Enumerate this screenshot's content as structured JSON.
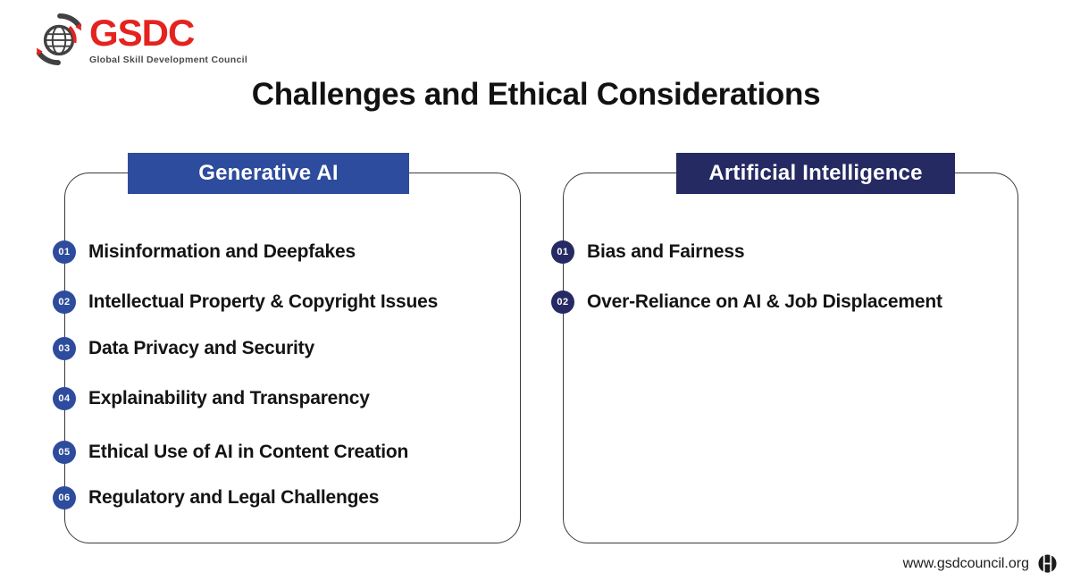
{
  "logo": {
    "brand": "GSDC",
    "tagline": "Global Skill Development Council",
    "brand_color": "#E4231F",
    "icon": "globe-swoosh-icon"
  },
  "page_title": "Challenges and Ethical Considerations",
  "columns": [
    {
      "header": "Generative AI",
      "header_color": "#2E4C9D",
      "items": [
        {
          "num": "01",
          "label": "Misinformation and Deepfakes"
        },
        {
          "num": "02",
          "label": "Intellectual Property & Copyright Issues"
        },
        {
          "num": "03",
          "label": "Data Privacy and Security"
        },
        {
          "num": "04",
          "label": "Explainability and Transparency"
        },
        {
          "num": "05",
          "label": "Ethical Use of AI in Content Creation"
        },
        {
          "num": "06",
          "label": "Regulatory and Legal Challenges"
        }
      ]
    },
    {
      "header": "Artificial Intelligence",
      "header_color": "#262A63",
      "items": [
        {
          "num": "01",
          "label": "Bias and Fairness"
        },
        {
          "num": "02",
          "label": "Over-Reliance on AI & Job Displacement"
        }
      ]
    }
  ],
  "footer": {
    "website": "www.gsdcouncil.org",
    "icon": "globe-icon"
  }
}
